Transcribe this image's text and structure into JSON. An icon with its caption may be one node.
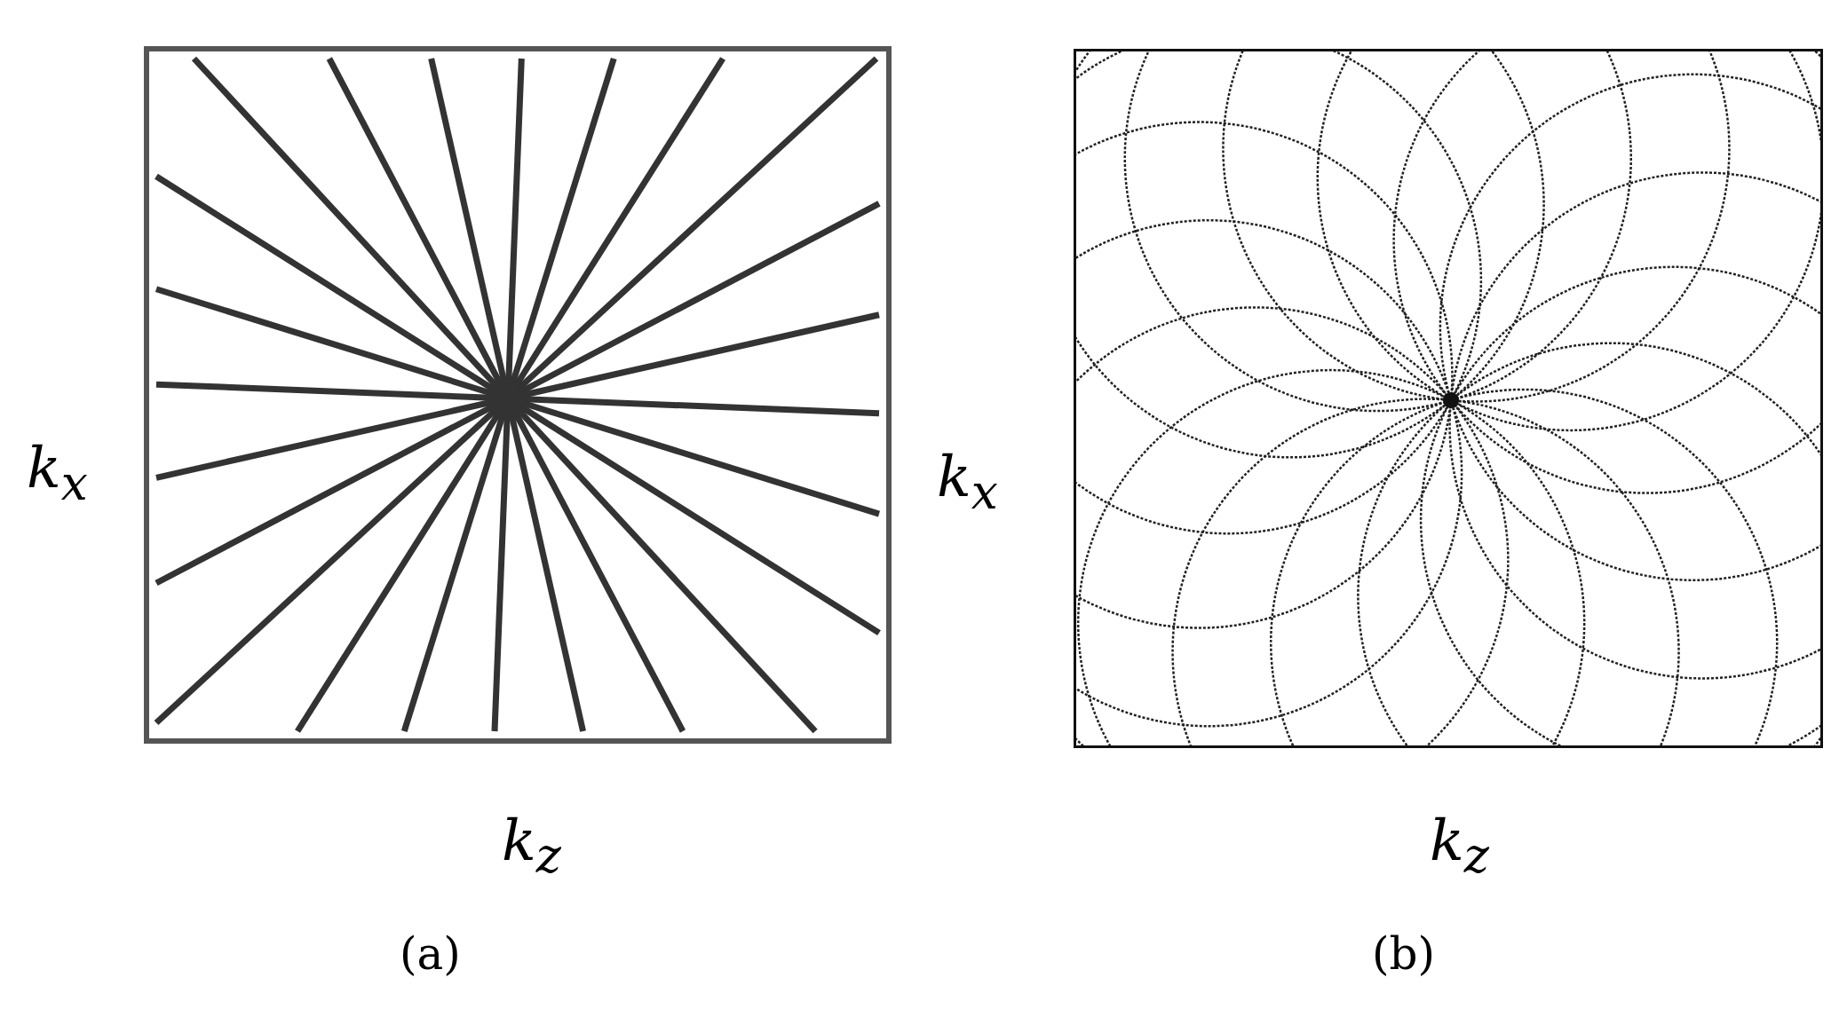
{
  "diagram": {
    "labels": [
      "k$_{x}$",
      "k$_{z}$",
      "(a)",
      "k$_{x}$",
      "k$_{z}$",
      "(b)"
    ]
  }
}
